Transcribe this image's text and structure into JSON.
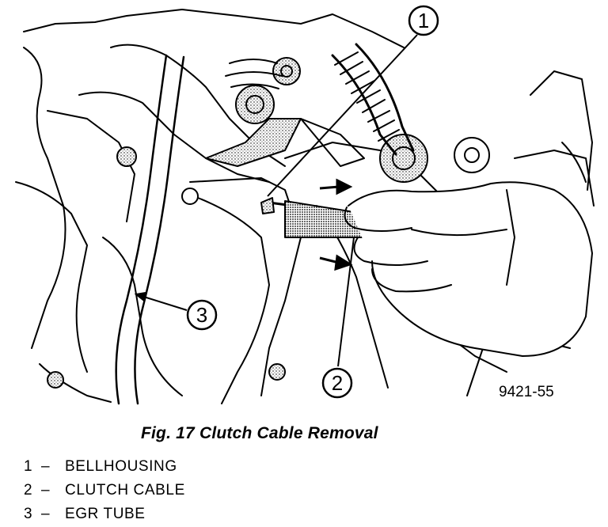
{
  "figure": {
    "number": "9421-55",
    "callouts": [
      {
        "id": "1"
      },
      {
        "id": "2"
      },
      {
        "id": "3"
      }
    ]
  },
  "caption": "Fig. 17 Clutch Cable Removal",
  "legend": [
    {
      "num": "1",
      "sep": "–",
      "label": "BELLHOUSING"
    },
    {
      "num": "2",
      "sep": "–",
      "label": "CLUTCH CABLE"
    },
    {
      "num": "3",
      "sep": "–",
      "label": "EGR TUBE"
    }
  ]
}
